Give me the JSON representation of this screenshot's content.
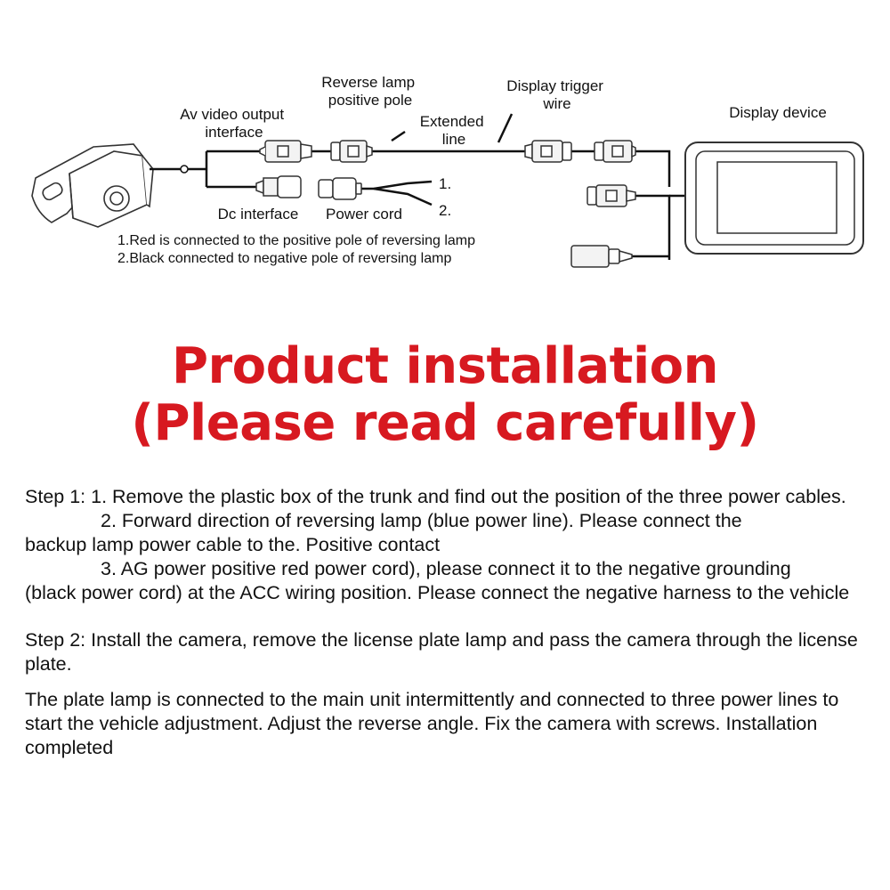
{
  "diagram": {
    "labels": {
      "av_output": [
        "Av video output",
        "interface"
      ],
      "reverse_lamp": [
        "Reverse lamp",
        "positive pole"
      ],
      "extended": [
        "Extended",
        "line"
      ],
      "display_trigger": [
        "Display trigger",
        "wire"
      ],
      "display_device": "Display device",
      "dc_interface": "Dc interface",
      "power_cord": "Power cord",
      "marker_1": "1.",
      "marker_2": "2."
    },
    "notes": [
      "1.Red is connected to the positive pole of reversing lamp",
      "2.Black connected to negative pole of reversing lamp"
    ]
  },
  "title": {
    "line1": "Product installation",
    "line2": "(Please read carefully)",
    "color": "#d71920"
  },
  "instructions": {
    "step1_a": "Step 1: 1. Remove the plastic box of the trunk and find out the position of the three power cables.",
    "step1_b": "2. Forward direction of reversing lamp (blue power line). Please connect the",
    "step1_b_cont": "backup lamp power cable to the. Positive contact",
    "step1_c": "3. AG power positive red power cord), please connect it to the negative grounding",
    "step1_c_cont": "(black power cord) at the ACC wiring position. Please connect the negative harness to the vehicle",
    "step2": "Step 2: Install the camera, remove the license plate lamp and pass the camera through the license plate.",
    "closing": "The plate lamp is connected to the main unit intermittently and connected to three power lines to start the vehicle adjustment. Adjust the reverse angle. Fix the camera with screws. Installation completed"
  }
}
